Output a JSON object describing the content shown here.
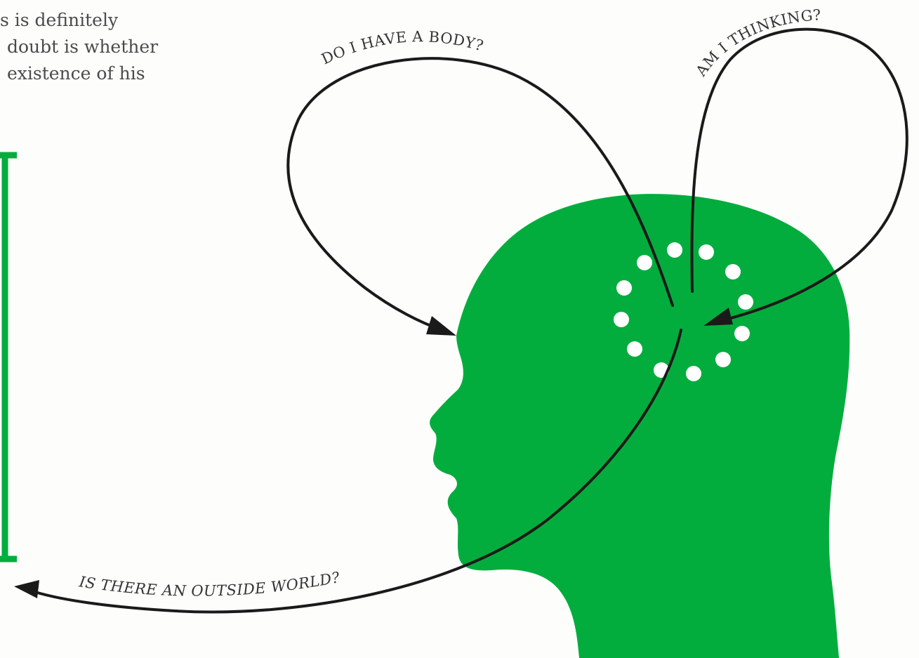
{
  "text_block": {
    "line1": "s is definitely",
    "line2": "doubt is whether",
    "line3": "existence of his"
  },
  "labels": {
    "body": "DO I HAVE A BODY?",
    "thinking": "AM I THINKING?",
    "world": "IS THERE AN OUTSIDE WORLD?"
  },
  "colors": {
    "head": "#03ad3d",
    "bracket": "#03ad3d",
    "arrow": "#1a1a1a",
    "dots": "#ffffff"
  },
  "thought_dots": {
    "count": 12
  }
}
